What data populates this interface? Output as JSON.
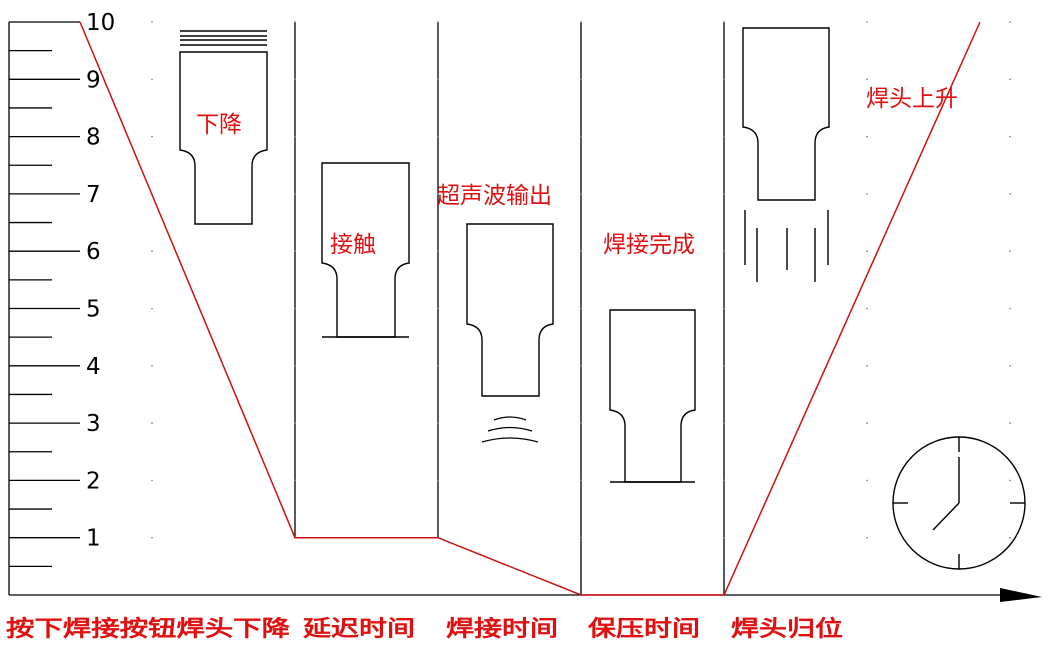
{
  "colors": {
    "profile_line": "#cc1111",
    "label_red": "#e01010",
    "ink": "#000000"
  },
  "chart_data": {
    "type": "line",
    "y_ticks": [
      "1",
      "2",
      "3",
      "4",
      "5",
      "6",
      "7",
      "8",
      "9",
      "10"
    ],
    "ylim": [
      0,
      10
    ],
    "x": [
      0,
      1,
      2,
      3,
      4,
      5
    ],
    "values": [
      10,
      1,
      1,
      0,
      0,
      10
    ]
  },
  "stage_labels": {
    "descend": "下降",
    "contact": "接触",
    "ultrasonic_output": "超声波输出",
    "weld_complete": "焊接完成",
    "head_rise": "焊头上升"
  },
  "phase_labels": [
    "按下焊接按钮焊头下降",
    "延迟时间",
    "焊接时间",
    "保压时间",
    "焊头归位"
  ],
  "icons": [
    "welding-head-icon",
    "sound-wave-icon",
    "motion-lines-icon",
    "clock-icon",
    "arrow-icon"
  ]
}
